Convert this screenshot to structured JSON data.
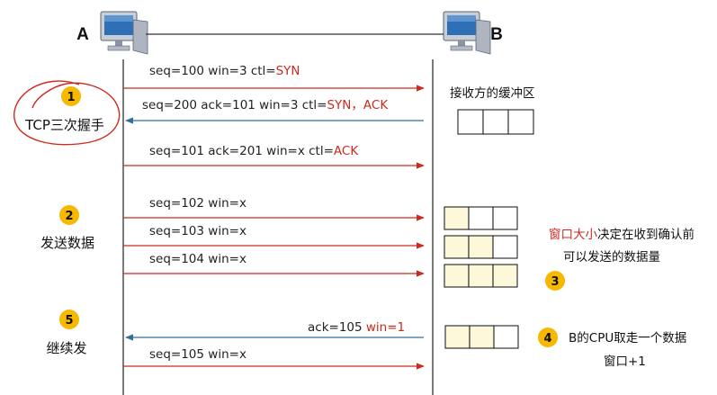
{
  "colors": {
    "red": "#cc2a1e",
    "blue": "#2e6f9e",
    "black": "#222222",
    "badge": "#f6b800",
    "cell_fill": "#fdf8d9"
  },
  "hosts": {
    "a": "A",
    "b": "B"
  },
  "icons": {
    "host_a": "computer-icon",
    "host_b": "computer-icon"
  },
  "messages": [
    {
      "parts": [
        {
          "text": "seq=100  win=3 ctl="
        },
        {
          "text": "SYN",
          "red": true
        }
      ]
    },
    {
      "parts": [
        {
          "text": "seq=200   ack=101  win=3   ctl="
        },
        {
          "text": "SYN，ACK",
          "red": true
        }
      ]
    },
    {
      "parts": [
        {
          "text": "seq=101   ack=201   win=x  ctl="
        },
        {
          "text": "ACK",
          "red": true
        }
      ]
    },
    {
      "parts": [
        {
          "text": "seq=102   win=x"
        }
      ]
    },
    {
      "parts": [
        {
          "text": "seq=103   win=x"
        }
      ]
    },
    {
      "parts": [
        {
          "text": "seq=104   win=x"
        }
      ]
    },
    {
      "parts": [
        {
          "text": "ack=105   "
        },
        {
          "text": "win=1",
          "red": true
        }
      ]
    },
    {
      "parts": [
        {
          "text": "seq=105  win=x"
        }
      ]
    }
  ],
  "steps": [
    {
      "badge": "1",
      "label": "TCP三次握手"
    },
    {
      "badge": "2",
      "label": "发送数据"
    },
    {
      "badge": "5",
      "label": "继续发"
    }
  ],
  "buffer_title": "接收方的缓冲区",
  "buffers": [
    {
      "cells": 3,
      "filled": 0
    },
    {
      "cells": 3,
      "filled": 1
    },
    {
      "cells": 3,
      "filled": 2
    },
    {
      "cells": 3,
      "filled": 3
    },
    {
      "cells": 3,
      "filled": 2
    }
  ],
  "notes": {
    "window": {
      "badge": "3",
      "line1_red": "窗口大小",
      "line1_rest": "决定在收到确认前",
      "line2": "可以发送的数据量"
    },
    "cpu": {
      "badge": "4",
      "line1": "B的CPU取走一个数据",
      "line2": "窗口+1"
    }
  }
}
